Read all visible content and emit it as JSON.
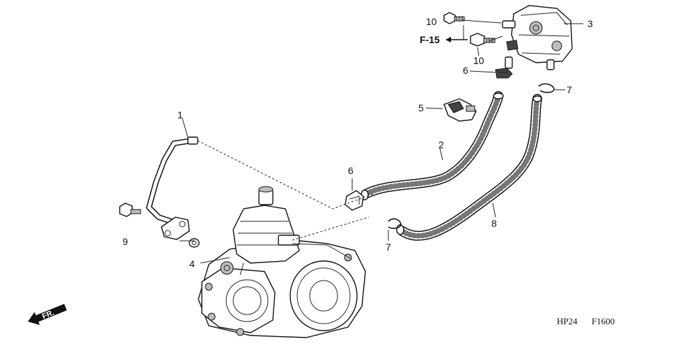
{
  "callouts": {
    "c1": "1",
    "c2": "2",
    "c3": "3",
    "c4": "4",
    "c5": "5",
    "c6a": "6",
    "c6b": "6",
    "c7a": "7",
    "c7b": "7",
    "c8": "8",
    "c9": "9",
    "c10a": "10",
    "c10b": "10"
  },
  "reference": "F-15",
  "direction_label": "FR.",
  "page_codes": {
    "left": "HP24",
    "right": "F1600"
  }
}
